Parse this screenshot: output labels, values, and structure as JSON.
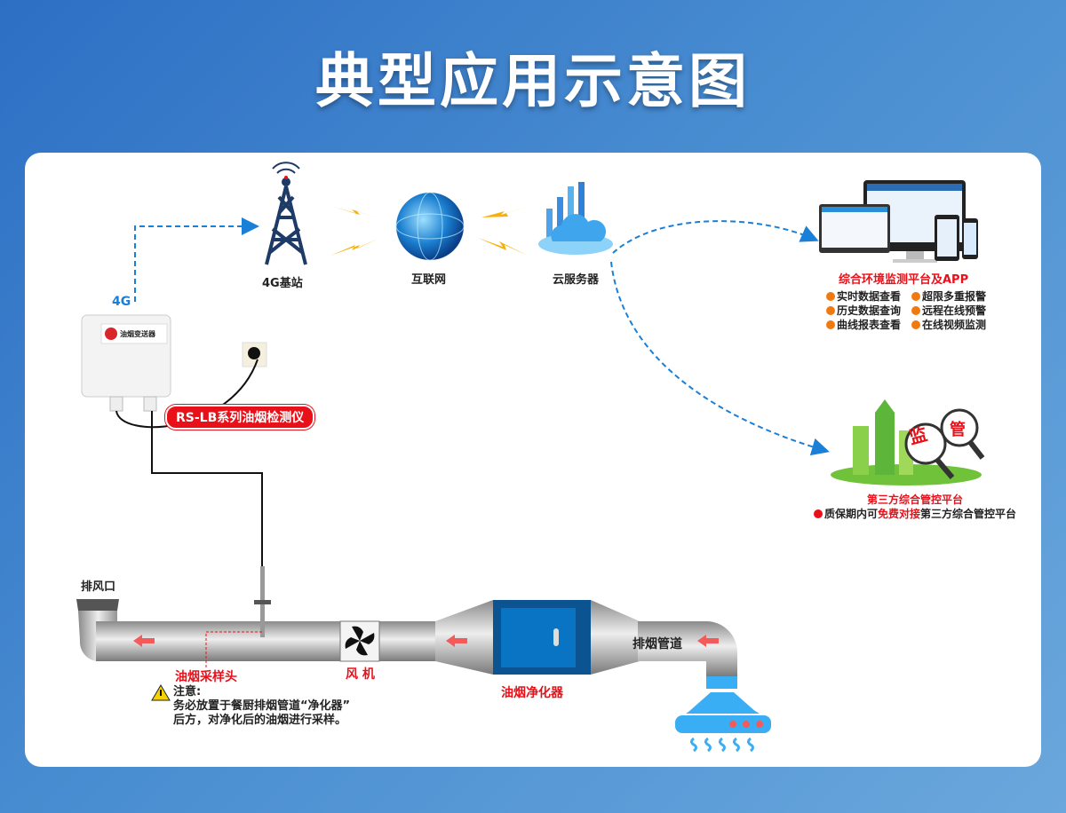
{
  "title": "典型应用示意图",
  "network": {
    "link_label": "4G",
    "base_station": "4G基站",
    "internet": "互联网",
    "cloud": "云服务器"
  },
  "device": {
    "name": "RS-LB系列油烟检测仪",
    "panel_text": "油烟变送器"
  },
  "platform": {
    "title": "综合环境监测平台及APP",
    "features": [
      "实时数据查看",
      "超限多重报警",
      "历史数据查询",
      "远程在线预警",
      "曲线报表查看",
      "在线视频监测"
    ]
  },
  "third_party": {
    "title": "第三方综合管控平台",
    "note_prefix": "质保期内可",
    "note_highlight": "免费对接",
    "note_suffix": "第三方综合管控平台",
    "badge_1": "监",
    "badge_2": "管"
  },
  "duct": {
    "outlet": "排风口",
    "sampling_head": "油烟采样头",
    "fan": "风 机",
    "purifier": "油烟净化器",
    "pipe": "排烟管道"
  },
  "notice": {
    "heading": "注意:",
    "line1": "务必放置于餐厨排烟管道“净化器”",
    "line2": "后方，对净化后的油烟进行采样。"
  },
  "colors": {
    "accent_red": "#e8111a",
    "link_blue": "#1a7fd6",
    "bullet": "#f07a10",
    "hood": "#3aaef5",
    "purifier": "#0a74c4"
  }
}
